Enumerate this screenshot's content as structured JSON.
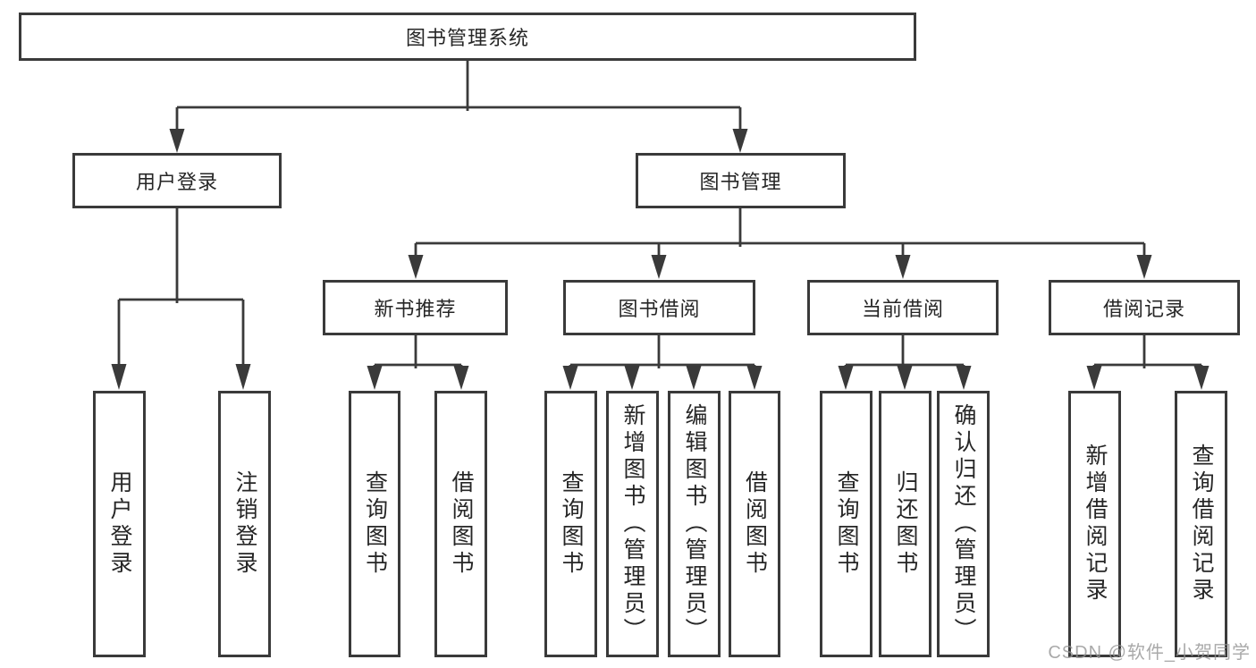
{
  "palette": {
    "line": "#3a3a3a",
    "box_background": "#ffffff",
    "text": "#262626",
    "watermark": "#949494"
  },
  "diagram": {
    "root": {
      "label": "图书管理系统"
    },
    "level2": [
      {
        "label": "用户登录"
      },
      {
        "label": "图书管理"
      }
    ],
    "level3": [
      {
        "label": "新书推荐"
      },
      {
        "label": "图书借阅"
      },
      {
        "label": "当前借阅"
      },
      {
        "label": "借阅记录"
      }
    ],
    "leaves": {
      "user_login": [
        "用户登录",
        "注销登录"
      ],
      "new_books": [
        "查询图书",
        "借阅图书"
      ],
      "borrowing": [
        "查询图书",
        "新增图书（管理员）",
        "编辑图书（管理员）",
        "借阅图书"
      ],
      "current": [
        "查询图书",
        "归还图书",
        "确认归还（管理员）"
      ],
      "records": [
        "新增借阅记录",
        "查询借阅记录"
      ]
    }
  },
  "watermark": {
    "text": "CSDN @软件_小贺同学"
  }
}
